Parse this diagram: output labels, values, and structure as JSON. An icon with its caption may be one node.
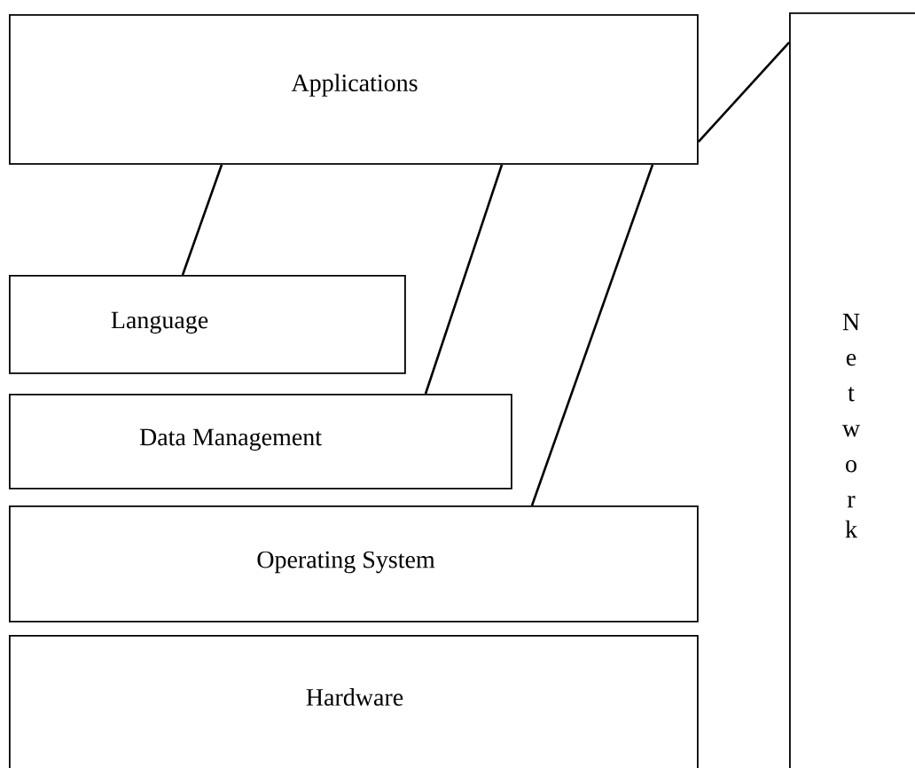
{
  "diagram": {
    "nodes": [
      {
        "text": [
          "Applications"
        ]
      },
      {
        "text": [
          "Language"
        ]
      },
      {
        "text": [
          "Data Management"
        ]
      },
      {
        "text": [
          "Operating System"
        ]
      },
      {
        "text": [
          "Hardware"
        ]
      },
      {
        "text": [
          "Network"
        ]
      }
    ],
    "edges": [
      {
        "from": 0,
        "to": 1,
        "arrow": "none"
      },
      {
        "from": 0,
        "to": 2,
        "arrow": "none"
      },
      {
        "from": 0,
        "to": 3,
        "arrow": "none"
      },
      {
        "from": 0,
        "to": 5,
        "arrow": "none"
      }
    ]
  }
}
